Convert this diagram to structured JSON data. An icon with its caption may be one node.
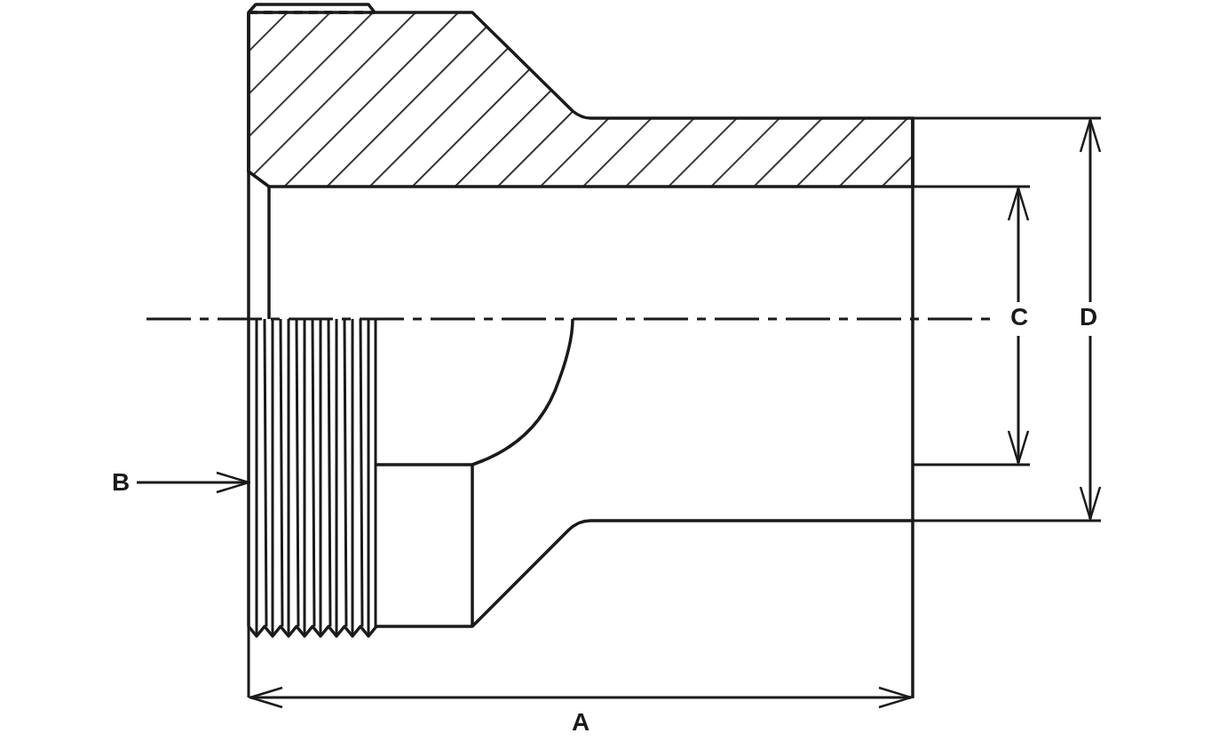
{
  "diagram": {
    "nodes": [
      {
        "text": [
          "B"
        ]
      },
      {
        "text": [],
        "shape": "picture"
      }
    ],
    "edges": [
      {
        "from": 0,
        "to": 1,
        "arrow": "to"
      }
    ],
    "labels": [
      "C",
      "D",
      "A"
    ]
  }
}
